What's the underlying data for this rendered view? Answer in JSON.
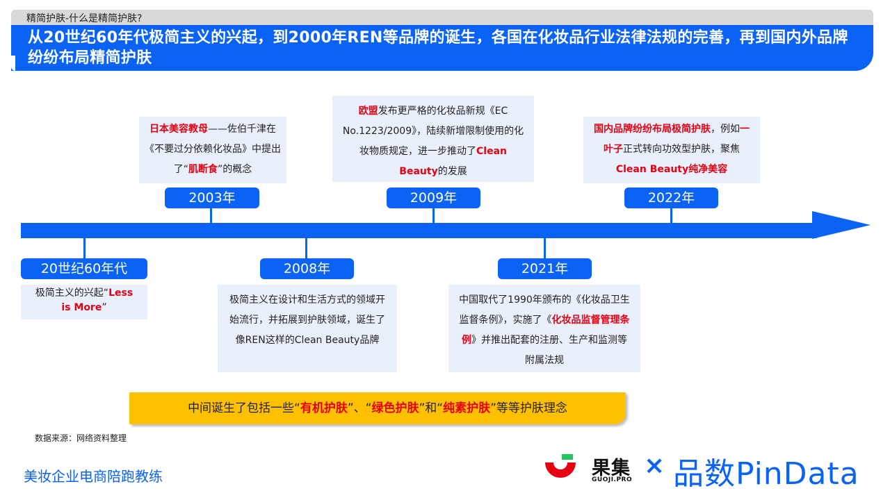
{
  "header": {
    "subtitle": "精简护肤-什么是精简护肤?",
    "title": "从20世纪60年代极简主义的兴起，到2000年REN等品牌的诞生，各国在化妆品行业法律法规的完善，再到国内外品牌纷纷布局精简护肤"
  },
  "timeline": {
    "above": [
      {
        "year": "2003年",
        "text": [
          {
            "t": "日本美容教母",
            "h": true
          },
          {
            "t": "——佐伯千津在《不要过分依赖化妆品》中提出了“",
            "h": false
          },
          {
            "t": "肌断食",
            "h": true
          },
          {
            "t": "”的概念",
            "h": false
          }
        ]
      },
      {
        "year": "2009年",
        "text": [
          {
            "t": "欧盟",
            "h": true
          },
          {
            "t": "发布更严格的化妆品新规《EC No.1223/2009》，陆续新增限制使用的化妆物质规定，进一步推动了",
            "h": false
          },
          {
            "t": "Clean Beauty",
            "h": true
          },
          {
            "t": "的发展",
            "h": false
          }
        ]
      },
      {
        "year": "2022年",
        "text": [
          {
            "t": "国内品牌纷纷布局极简护肤",
            "h": true
          },
          {
            "t": "，例如",
            "h": false
          },
          {
            "t": "一叶子",
            "h": true
          },
          {
            "t": "正式转向功效型护肤，聚焦",
            "h": false
          },
          {
            "t": "Clean Beauty纯净美容",
            "h": true
          }
        ]
      }
    ],
    "below": [
      {
        "year": "20世纪60年代",
        "text": [
          {
            "t": "极简主义的兴起“",
            "h": false
          },
          {
            "t": "Less is More",
            "h": true
          },
          {
            "t": "”",
            "h": false
          }
        ]
      },
      {
        "year": "2008年",
        "text": [
          {
            "t": "极简主义在设计和生活方式的领域开始流行，并拓展到护肤领域，诞生了像REN这样的Clean Beauty品牌",
            "h": false
          }
        ]
      },
      {
        "year": "2021年",
        "text": [
          {
            "t": "中国取代了1990年颁布的《化妆品卫生监督条例》，实施了《",
            "h": false
          },
          {
            "t": "化妆品监督管理条例",
            "h": true
          },
          {
            "t": "》并推出配套的注册、生产和监测等附属法规",
            "h": false
          }
        ]
      }
    ]
  },
  "banner": [
    {
      "t": "中间诞生了包括一些“",
      "h": false
    },
    {
      "t": "有机护肤",
      "h": true
    },
    {
      "t": "”、“",
      "h": false
    },
    {
      "t": "绿色护肤",
      "h": true
    },
    {
      "t": "”和“",
      "h": false
    },
    {
      "t": "纯素护肤",
      "h": true
    },
    {
      "t": "”等等护肤理念",
      "h": false
    }
  ],
  "footer": {
    "source": "数据来源：网络资料整理",
    "brand": "美妆企业电商陪跑教练",
    "logo_cn": "果集",
    "logo_en": "GUOJI.PRO",
    "logo_x": "×",
    "logo_pindata": "品数PinData"
  },
  "colors": {
    "accent": "#0b63f5",
    "highlight": "#e60012",
    "banner": "#ffc000",
    "box": "#e9f0fb"
  }
}
